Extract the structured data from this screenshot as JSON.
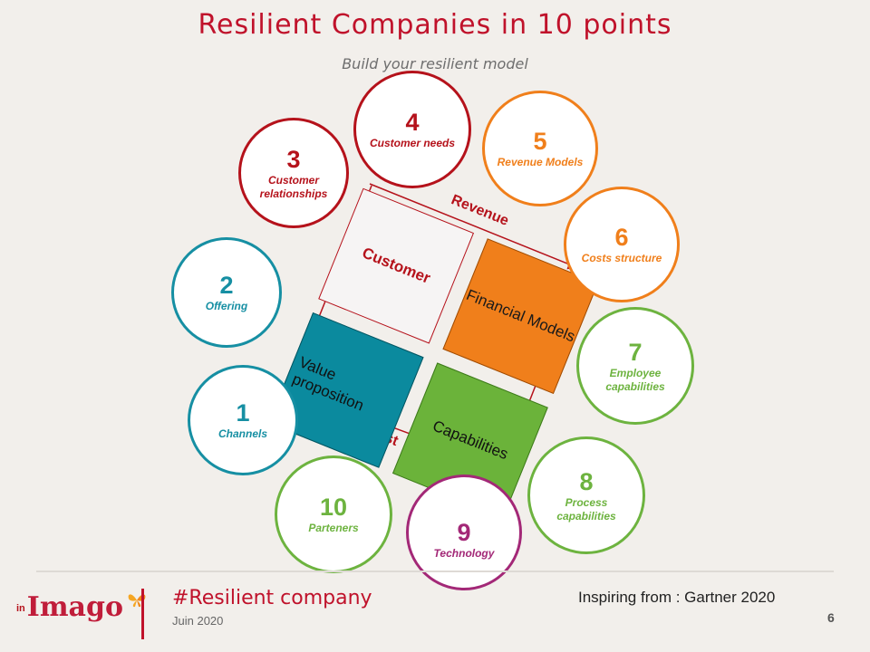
{
  "header": {
    "title": "Resilient Companies in 10 points",
    "subtitle": "Build your resilient model"
  },
  "points": [
    {
      "id": "1",
      "number": "1",
      "label": "Channels",
      "color": "#168fa3"
    },
    {
      "id": "2",
      "number": "2",
      "label": "Offering",
      "color": "#168fa3"
    },
    {
      "id": "3",
      "number": "3",
      "label": "Customer relationships",
      "color": "#b5121b"
    },
    {
      "id": "4",
      "number": "4",
      "label": "Customer needs",
      "color": "#b5121b"
    },
    {
      "id": "5",
      "number": "5",
      "label": "Revenue Models",
      "color": "#f07f1b"
    },
    {
      "id": "6",
      "number": "6",
      "label": "Costs structure",
      "color": "#f07f1b"
    },
    {
      "id": "7",
      "number": "7",
      "label": "Employee capabilities",
      "color": "#6db33f"
    },
    {
      "id": "8",
      "number": "8",
      "label": "Process capabilities",
      "color": "#6db33f"
    },
    {
      "id": "9",
      "number": "9",
      "label": "Technology",
      "color": "#a32877"
    },
    {
      "id": "10",
      "number": "10",
      "label": "Parteners",
      "color": "#6db33f"
    }
  ],
  "matrix": {
    "customer": "Customer",
    "financial": "Financial Models",
    "value": "Value proposition",
    "capabilities": "Capabilities",
    "revenue": "Revenue",
    "cost": "Cost"
  },
  "footer": {
    "logo_prefix": "in",
    "logo_name": "Imago",
    "hashtag": "#Resilient company",
    "date": "Juin 2020",
    "credit": "Inspiring from : Gartner 2020",
    "page": "6"
  }
}
